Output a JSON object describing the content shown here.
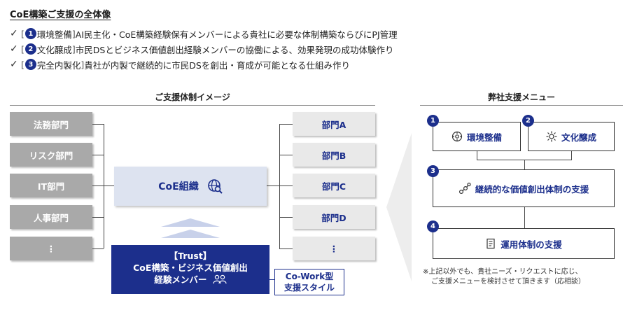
{
  "title": "CoE構築ご支援の全体像",
  "bullets": [
    {
      "check": "✓",
      "num": "1",
      "label": "環境整備",
      "text": " AI民主化・CoE構築経験保有メンバーによる貴社に必要な体制構築ならびにPJ管理"
    },
    {
      "check": "✓",
      "num": "2",
      "label": "文化醸成",
      "text": " 市民DSとビジネス価値創出経験メンバーの協働による、効果発現の成功体験作り"
    },
    {
      "check": "✓",
      "num": "3",
      "label": "完全内製化",
      "text": " 貴社が内製で継続的に市民DSを創出・育成が可能となる仕組み作り"
    }
  ],
  "left": {
    "section_title": "ご支援体制イメージ",
    "departments": [
      "法務部門",
      "リスク部門",
      "IT部門",
      "人事部門",
      "⋮"
    ],
    "right_departments": [
      "部門A",
      "部門B",
      "部門C",
      "部門D",
      "⋮"
    ],
    "coe": "CoE組織",
    "trust": {
      "line1": "【Trust】",
      "line2": "CoE構築・ビジネス価値創出",
      "line3": "経験メンバー"
    },
    "cowork": {
      "line1": "Co-Work型",
      "line2": "支援スタイル"
    }
  },
  "right": {
    "section_title": "弊社支援メニュー",
    "menus": [
      {
        "num": "1",
        "label": "環境整備"
      },
      {
        "num": "2",
        "label": "文化醸成"
      },
      {
        "num": "3",
        "label": "継続的な価値創出体制の支援"
      },
      {
        "num": "4",
        "label": "運用体制の支援"
      }
    ],
    "note_line1": "※上記以外でも、貴社ニーズ・リクエストに応じ、",
    "note_line2": "ご支援メニューを検討させて頂きます（応相談）"
  },
  "colors": {
    "navy": "#1c2f8c",
    "gray_box": "#a9a9a9",
    "light_box": "#e9e9e9",
    "coe_bg": "#dde3f0"
  },
  "icons": [
    "globe-search-icon",
    "people-icon",
    "gear-icon",
    "sparkle-icon",
    "network-icon",
    "document-icon"
  ]
}
